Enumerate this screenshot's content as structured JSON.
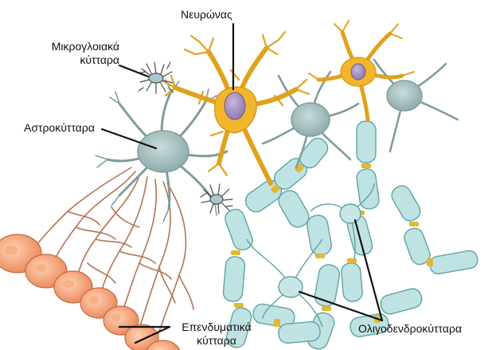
{
  "labels": {
    "neuron": "Νευρώνας",
    "microglia_line1": "Μικρογλοιακά",
    "microglia_line2": "κύτταρα",
    "astrocytes": "Αστροκύτταρα",
    "ependymal_line1": "Επενδυματικά",
    "ependymal_line2": "κύτταρα",
    "oligodendrocytes": "Ολιγοδενδροκύτταρα"
  },
  "colors": {
    "neuron": "#f2b62c",
    "neuron_nucleus": "#9b87b8",
    "astrocyte": "#9fb8b8",
    "myelin": "#bfe3e3",
    "myelin_edge": "#5fa3a3",
    "ependymal": "#f09a6e",
    "ependymal_fiber": "#b27455",
    "microglia": "#4b4b4b"
  }
}
